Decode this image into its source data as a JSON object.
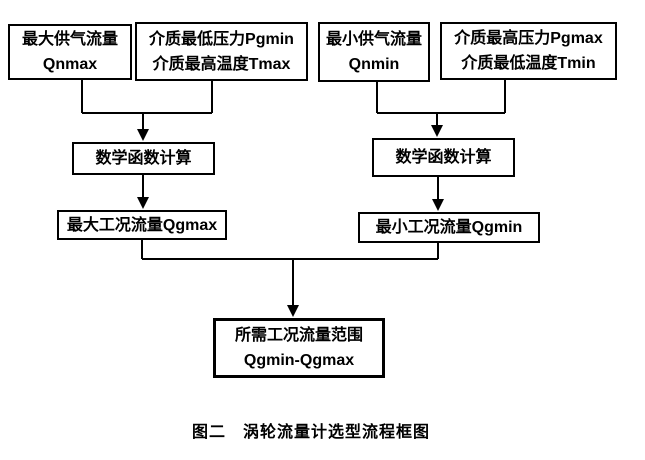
{
  "figure": {
    "caption": "图二　涡轮流量计选型流程框图"
  },
  "flowchart": {
    "nodes": {
      "qnmax": {
        "line1": "最大供气流量",
        "line2": "Qnmax"
      },
      "pgmin_tmax": {
        "line1": "介质最低压力Pgmin",
        "line2": "介质最高温度Tmax"
      },
      "qnmin": {
        "line1": "最小供气流量",
        "line2": "Qnmin"
      },
      "pgmax_tmin": {
        "line1": "介质最高压力Pgmax",
        "line2": "介质最低温度Tmin"
      },
      "calc_left": {
        "line1": "数学函数计算"
      },
      "calc_right": {
        "line1": "数学函数计算"
      },
      "qgmax": {
        "line1": "最大工况流量Qgmax"
      },
      "qgmin": {
        "line1": "最小工况流量Qgmin"
      },
      "range": {
        "line1": "所需工况流量范围",
        "line2": "Qgmin-Qgmax"
      }
    },
    "edges": [
      {
        "from": "qnmax",
        "to": "calc_left"
      },
      {
        "from": "pgmin_tmax",
        "to": "calc_left"
      },
      {
        "from": "qnmin",
        "to": "calc_right"
      },
      {
        "from": "pgmax_tmin",
        "to": "calc_right"
      },
      {
        "from": "calc_left",
        "to": "qgmax"
      },
      {
        "from": "calc_right",
        "to": "qgmin"
      },
      {
        "from": "qgmax",
        "to": "range"
      },
      {
        "from": "qgmin",
        "to": "range"
      }
    ]
  },
  "colors": {
    "background": "#ffffff",
    "line": "#000000",
    "text": "#000000"
  }
}
